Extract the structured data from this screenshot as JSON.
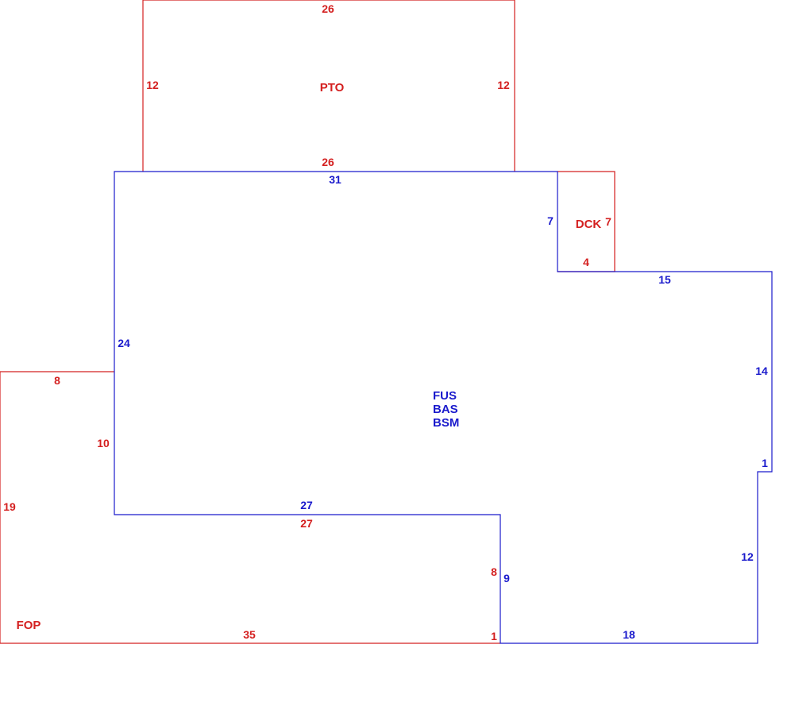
{
  "colors": {
    "main": "#1a1acc",
    "addition": "#d42020",
    "background": "#ffffff"
  },
  "areas": {
    "pto": {
      "label": "PTO",
      "dims": {
        "top": "26",
        "left": "12",
        "right": "12",
        "bottom": "26"
      }
    },
    "dck": {
      "label": "DCK",
      "dims": {
        "right": "7",
        "bottom": "4"
      }
    },
    "main": {
      "labels": [
        "FUS",
        "BAS",
        "BSM"
      ],
      "dims": {
        "top": "31",
        "dck_side": "7",
        "upper_right": "15",
        "right": "14",
        "step": "1",
        "lower_right": "12",
        "bottom": "18",
        "notch": "9",
        "inner": "27",
        "left": "24"
      }
    },
    "fop": {
      "label": "FOP",
      "dims": {
        "top": "8",
        "inner_left": "10",
        "left": "19",
        "inner": "27",
        "right": "8",
        "bottom": "35",
        "corner": "1"
      }
    }
  }
}
